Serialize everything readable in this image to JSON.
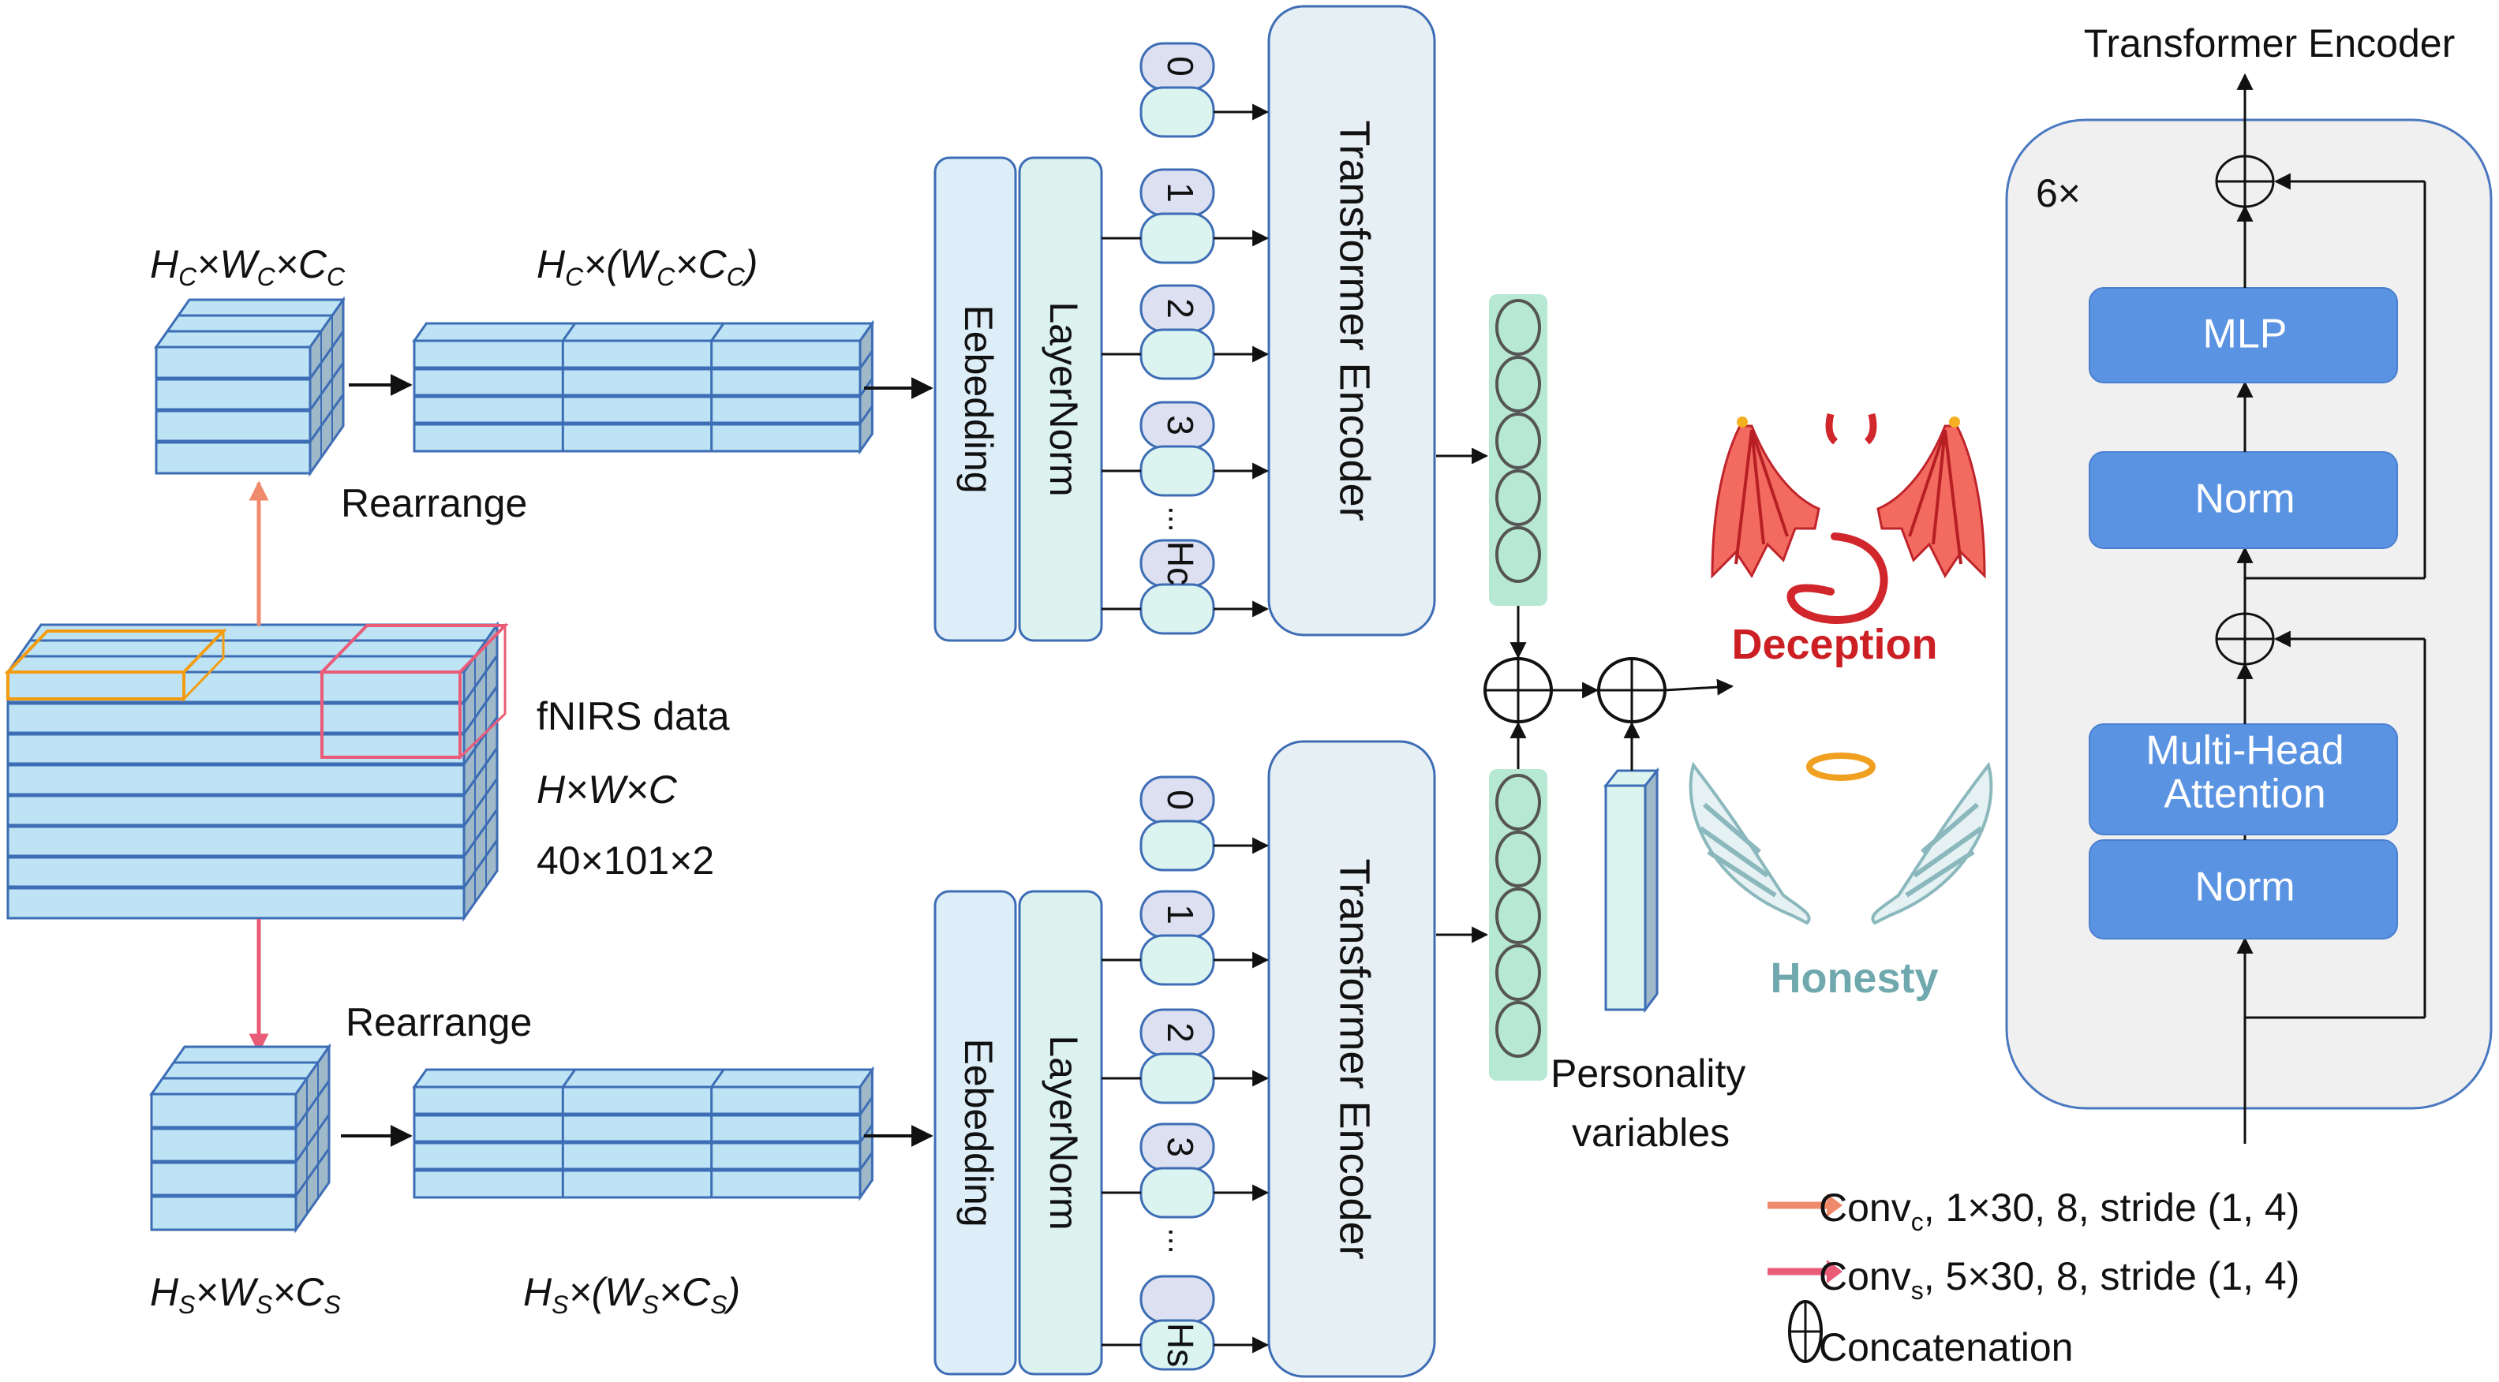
{
  "colors": {
    "cube_face": "#bde3f4",
    "cube_side": "#9fb9c9",
    "cube_stroke": "#3d6db5",
    "embed_fill": "#ddeef8",
    "layernorm_fill": "#dcf2ef",
    "token_label_fill": "#dde0f1",
    "token_body_fill": "#dcf4f0",
    "encoder_fill": "#e6eff3",
    "feature_fill": "#b6e8d3",
    "panel_fill": "#f0f0f0",
    "block_fill": "#5b93e3",
    "conv_c": "#f08a6c",
    "conv_s": "#ea5b78",
    "deception": "#cc1f24",
    "honesty": "#6fa8ad",
    "halo": "#f0a020",
    "window_temporal": "#f39c12"
  },
  "input": {
    "title": "fNIRS data",
    "shape_symbolic": "H×W×C",
    "shape_values": "40×101×2"
  },
  "temporal_branch": {
    "cube_label": "Hc×Wc×Cc",
    "flat_label": "Hc×(Wc×Cc)",
    "rearrange_label": "Rearrange",
    "embedding_label": "Eebedding",
    "layernorm_label": "LayerNorm",
    "tokens": [
      "0",
      "1",
      "2",
      "3"
    ],
    "last_token": "Hc",
    "ellipsis": "...",
    "encoder_label": "Transformer Encoder"
  },
  "spatial_branch": {
    "cube_label": "Hs×Ws×Cs",
    "flat_label": "Hs×(Ws×Cs)",
    "rearrange_label": "Rearrange",
    "embedding_label": "Eebedding",
    "layernorm_label": "LayerNorm",
    "tokens": [
      "0",
      "1",
      "2",
      "3"
    ],
    "last_token": "Hs",
    "ellipsis": "...",
    "encoder_label": "Transformer Encoder"
  },
  "fusion": {
    "personality_label_line1": "Personality",
    "personality_label_line2": "variables",
    "feature_nodes": 5
  },
  "outputs": {
    "deception_label": "Deception",
    "honesty_label": "Honesty"
  },
  "encoder_detail": {
    "title": "Transformer Encoder",
    "repeat": "6×",
    "blocks": [
      "MLP",
      "Norm",
      "Multi-Head Attention",
      "Norm"
    ],
    "mha_line1": "Multi-Head",
    "mha_line2": "Attention"
  },
  "legend": {
    "items": [
      {
        "symbol": "arrow",
        "color_key": "conv_c",
        "label": "Convc, 1×30, 8, stride (1, 4)",
        "base": "Conv",
        "sub": "c",
        "rest": ", 1×30, 8, stride (1, 4)"
      },
      {
        "symbol": "arrow",
        "color_key": "conv_s",
        "label": "Convs, 5×30, 8, stride (1, 4)",
        "base": "Conv",
        "sub": "s",
        "rest": ", 5×30, 8, stride (1, 4)"
      },
      {
        "symbol": "concat",
        "label": "Concatenation"
      }
    ]
  }
}
